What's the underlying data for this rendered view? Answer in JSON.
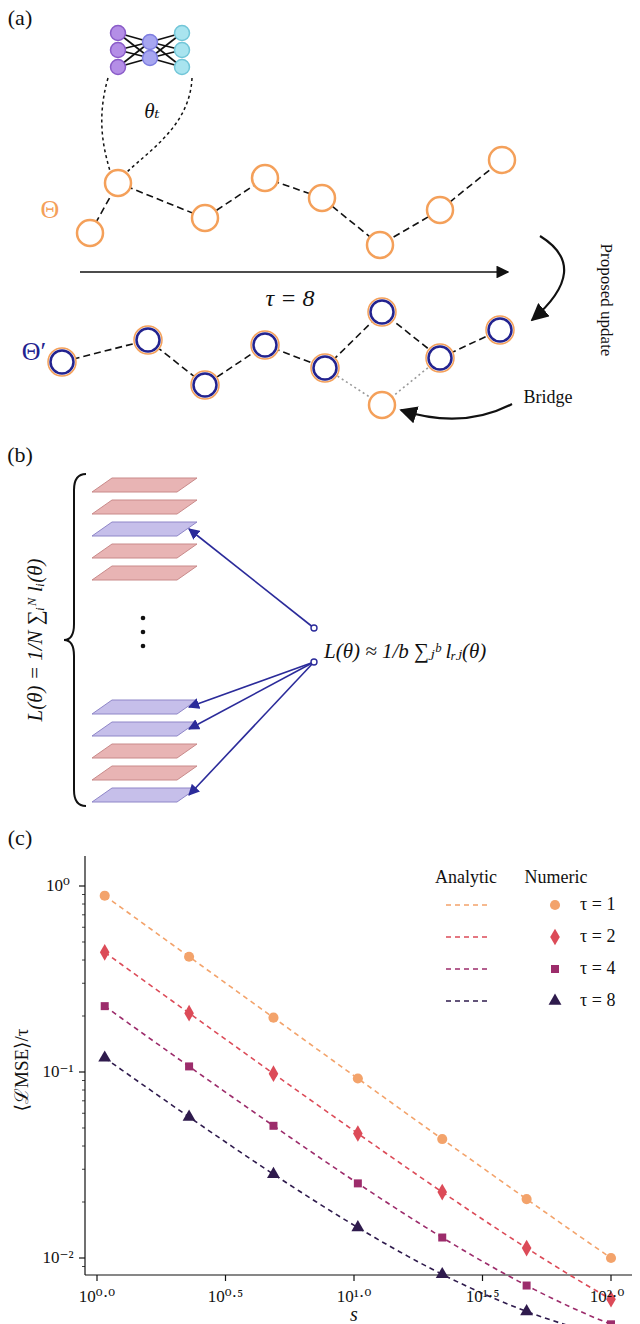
{
  "diagram": {
    "labels": [
      "(a)",
      "θₜ",
      "Θ",
      "τ = 8",
      "Proposed update",
      "Θ′",
      "Bridge",
      "(b)",
      "L(θ) = 1/N ∑ᵢᴺ lᵢ(θ)",
      "L(θ) ≈ 1/b ∑ⱼᵇ lᵣⱼ(θ)",
      "(c)",
      "Analytic",
      "Numeric",
      "10⁰",
      "10⁻¹",
      "10⁻²",
      "10⁰·⁰",
      "10⁰·⁵",
      "10¹·⁰",
      "10¹·⁵",
      "10²·⁰",
      "s",
      "⟨ℒMSE⟩/τ"
    ],
    "legend": [
      {
        "text": "τ = 1"
      },
      {
        "text": "τ = 2"
      },
      {
        "text": "τ = 4"
      },
      {
        "text": "τ = 8"
      }
    ]
  }
}
